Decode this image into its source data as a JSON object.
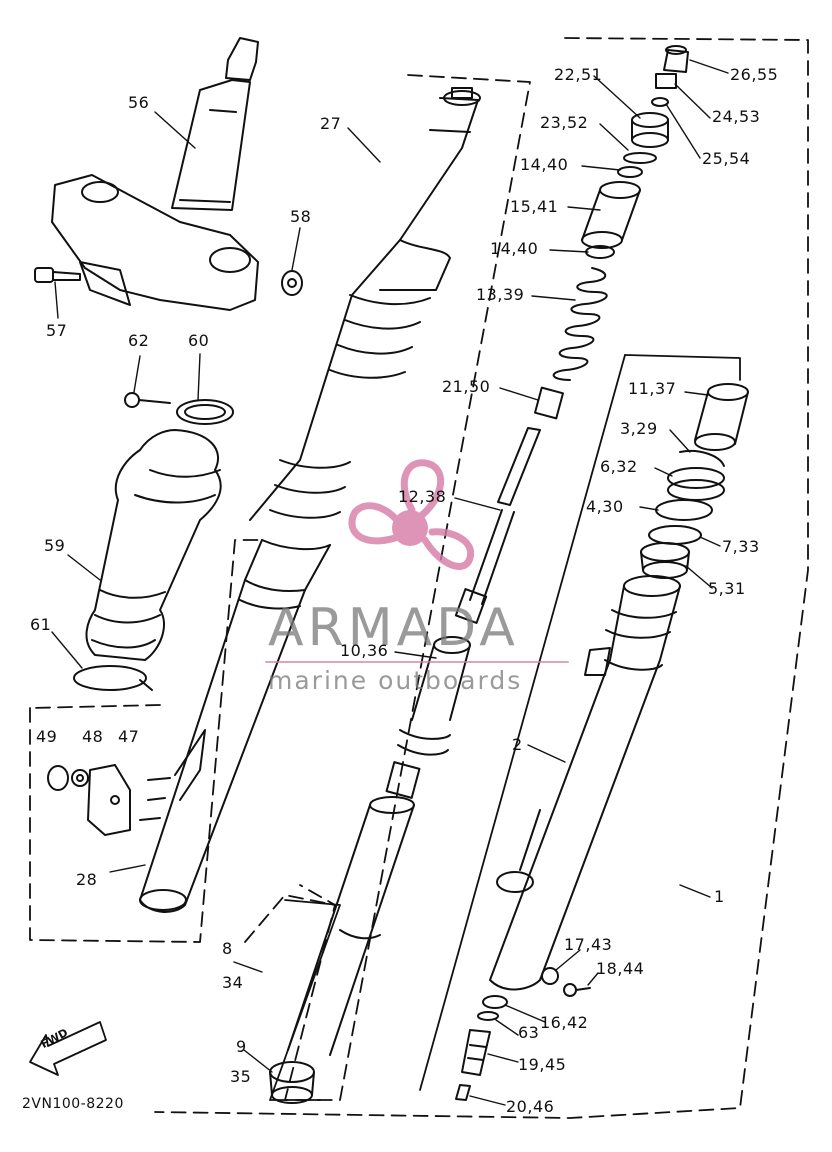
{
  "diagram_code": "2VN100-8220",
  "fwd_label": "FWD",
  "watermark": {
    "title": "ARMADA",
    "subtitle": "marine outboards"
  },
  "callouts": [
    "56",
    "57",
    "58",
    "62",
    "60",
    "59",
    "61",
    "49",
    "48",
    "47",
    "28",
    "27",
    "22,51",
    "23,52",
    "14,40",
    "15,41",
    "14,40",
    "13,39",
    "21,50",
    "12,38",
    "10,36",
    "26,55",
    "24,53",
    "25,54",
    "11,37",
    "3,29",
    "6,32",
    "4,30",
    "7,33",
    "5,31",
    "2",
    "1",
    "17,43",
    "18,44",
    "16,42",
    "63",
    "19,45",
    "20,46",
    "8",
    "34",
    "9",
    "35"
  ],
  "colors": {
    "ink": "#111111",
    "watermark_gray": "#7a7a7a",
    "watermark_pink": "#d77aa5"
  }
}
